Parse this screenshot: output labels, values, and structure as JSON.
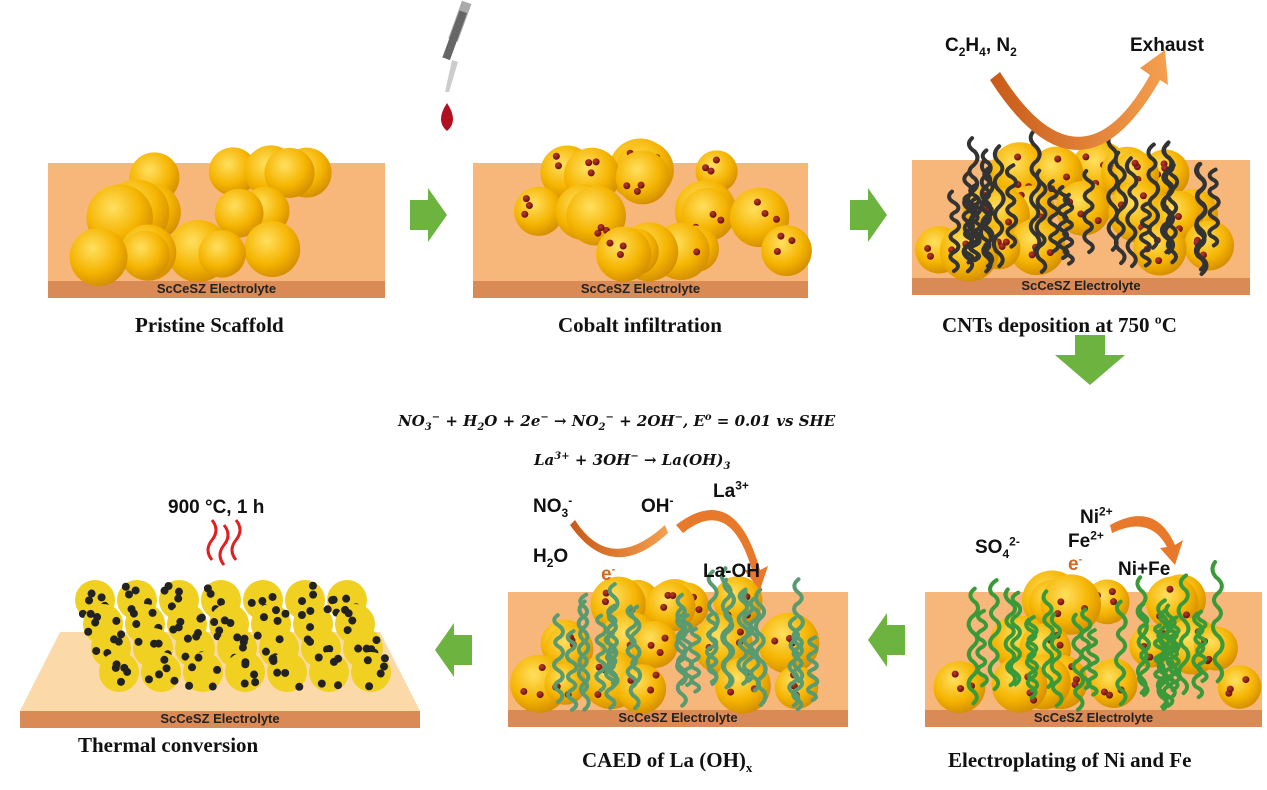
{
  "panels": {
    "pristine": {
      "label": "Pristine Scaffold",
      "electrolyte": "ScCeSZ Electrolyte"
    },
    "cobalt": {
      "label": "Cobalt infiltration",
      "electrolyte": "ScCeSZ Electrolyte"
    },
    "cnt": {
      "label": "CNTs deposition at 750 ºC",
      "electrolyte": "ScCeSZ Electrolyte",
      "gas_in": {
        "c": "C",
        "c_sub": "2",
        "h": "H",
        "h_sub": "4",
        "n": ", N",
        "n_sub": "2"
      },
      "exhaust": "Exhaust"
    },
    "electroplating": {
      "label": "Electroplating of Ni and Fe",
      "electrolyte": "ScCeSZ Electrolyte",
      "so4": "SO",
      "so4_sub": "4",
      "so4_sup": "2-",
      "ni": "Ni",
      "ni_sup": "2+",
      "fe": "Fe",
      "fe_sup": "2+",
      "e": "e",
      "e_sup": "-",
      "product": "Ni+Fe"
    },
    "caed": {
      "label_main": "CAED of La (OH)",
      "label_sub": "x",
      "electrolyte": "ScCeSZ Electrolyte",
      "no3": "NO",
      "no3_sub": "3",
      "no3_sup": "-",
      "oh": "OH",
      "oh_sup": "-",
      "la": "La",
      "la_sup": "3+",
      "h2o_h": "H",
      "h2o_sub": "2",
      "h2o_o": "O",
      "e": "e",
      "e_sup": "-",
      "product": "La-OH"
    },
    "thermal": {
      "label": "Thermal conversion",
      "electrolyte": "ScCeSZ Electrolyte",
      "condition": "900 °C, 1 h"
    }
  },
  "equations": {
    "eq1": {
      "a": "NO",
      "a_sub": "3",
      "a_sup": "−",
      "b": " + H",
      "b_sub": "2",
      "c": "O + 2e",
      "c_sup": "−",
      "d": " → NO",
      "d_sub": "2",
      "d_sup": "−",
      "e": " + 2OH",
      "e_sup": "−",
      "f": ", E",
      "f_sup": "o",
      "g": " = 0.01 vs SHE"
    },
    "eq2": {
      "a": "La",
      "a_sup": "3+",
      "b": " + 3OH",
      "b_sup": "−",
      "c": " → La(OH)",
      "c_sub": "3"
    }
  },
  "colors": {
    "slab": "#f8b77a",
    "slab_side": "#d98a55",
    "sphere": "#f5b800",
    "cobalt": "#8b1a1a",
    "cnt": "#333333",
    "cnt_coated": "#3a9a3a",
    "arrow": "#6db33f",
    "flow": "#e8782a"
  }
}
